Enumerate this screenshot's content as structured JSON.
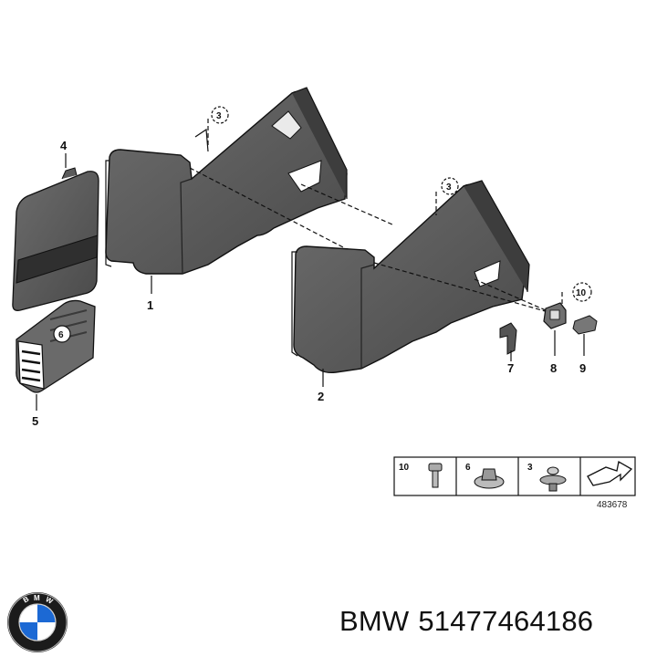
{
  "parts": {
    "p1": "1",
    "p2": "2",
    "p3a": "3",
    "p3b": "3",
    "p4": "4",
    "p5": "5",
    "p6": "6",
    "p7": "7",
    "p8": "8",
    "p9": "9",
    "p10": "10"
  },
  "legend": {
    "cells": [
      "10",
      "6",
      "3"
    ]
  },
  "ref_number": "483678",
  "caption": {
    "brand": "BMW",
    "part_number": "51477464186"
  },
  "logo": {
    "letters": "BMW",
    "colors": {
      "blue": "#1c69d4",
      "white": "#ffffff",
      "ring": "#111111"
    }
  },
  "colors": {
    "panel_fill": "#5c5c5c",
    "panel_dark": "#3a3a3a",
    "line": "#111111"
  }
}
